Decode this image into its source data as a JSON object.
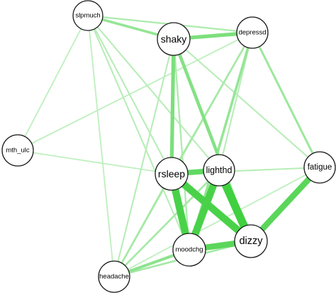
{
  "diagram": {
    "type": "network-graph",
    "edge_color": "#2fcc2f",
    "node_fill": "#ffffff",
    "node_stroke": "#1a1a1a",
    "nodes": [
      {
        "id": "slpmuch",
        "label": "slpmuch"
      },
      {
        "id": "shaky",
        "label": "shaky"
      },
      {
        "id": "depressd",
        "label": "depressd"
      },
      {
        "id": "mth_ulc",
        "label": "mth_ulc"
      },
      {
        "id": "rsleep",
        "label": "rsleep"
      },
      {
        "id": "lighthd",
        "label": "lighthd"
      },
      {
        "id": "fatigue",
        "label": "fatigue"
      },
      {
        "id": "dizzy",
        "label": "dizzy"
      },
      {
        "id": "moodchg",
        "label": "moodchg"
      },
      {
        "id": "headache",
        "label": "headache"
      }
    ],
    "edges": [
      {
        "source": "slpmuch",
        "target": "depressd",
        "weight": 0.25
      },
      {
        "source": "slpmuch",
        "target": "shaky",
        "weight": 0.4
      },
      {
        "source": "slpmuch",
        "target": "lighthd",
        "weight": 0.2
      },
      {
        "source": "slpmuch",
        "target": "rsleep",
        "weight": 0.2
      },
      {
        "source": "slpmuch",
        "target": "moodchg",
        "weight": 0.2
      },
      {
        "source": "slpmuch",
        "target": "headache",
        "weight": 0.15
      },
      {
        "source": "slpmuch",
        "target": "mth_ulc",
        "weight": 0.15
      },
      {
        "source": "shaky",
        "target": "depressd",
        "weight": 0.55
      },
      {
        "source": "shaky",
        "target": "rsleep",
        "weight": 0.55
      },
      {
        "source": "shaky",
        "target": "dizzy",
        "weight": 0.5
      },
      {
        "source": "shaky",
        "target": "fatigue",
        "weight": 0.2
      },
      {
        "source": "shaky",
        "target": "moodchg",
        "weight": 0.25
      },
      {
        "source": "shaky",
        "target": "headache",
        "weight": 0.2
      },
      {
        "source": "depressd",
        "target": "moodchg",
        "weight": 0.4
      },
      {
        "source": "depressd",
        "target": "fatigue",
        "weight": 0.35
      },
      {
        "source": "depressd",
        "target": "rsleep",
        "weight": 0.3
      },
      {
        "source": "depressd",
        "target": "lighthd",
        "weight": 0.2
      },
      {
        "source": "depressd",
        "target": "headache",
        "weight": 0.2
      },
      {
        "source": "mth_ulc",
        "target": "rsleep",
        "weight": 0.15
      },
      {
        "source": "mth_ulc",
        "target": "depressd",
        "weight": 0.15
      },
      {
        "source": "rsleep",
        "target": "lighthd",
        "weight": 0.7
      },
      {
        "source": "rsleep",
        "target": "dizzy",
        "weight": 0.85
      },
      {
        "source": "rsleep",
        "target": "moodchg",
        "weight": 0.85
      },
      {
        "source": "rsleep",
        "target": "fatigue",
        "weight": 0.2
      },
      {
        "source": "rsleep",
        "target": "headache",
        "weight": 0.3
      },
      {
        "source": "lighthd",
        "target": "dizzy",
        "weight": 0.9
      },
      {
        "source": "lighthd",
        "target": "moodchg",
        "weight": 0.85
      },
      {
        "source": "lighthd",
        "target": "headache",
        "weight": 0.3
      },
      {
        "source": "fatigue",
        "target": "dizzy",
        "weight": 0.75
      },
      {
        "source": "fatigue",
        "target": "headache",
        "weight": 0.15
      },
      {
        "source": "moodchg",
        "target": "dizzy",
        "weight": 0.75
      },
      {
        "source": "moodchg",
        "target": "headache",
        "weight": 0.45
      },
      {
        "source": "dizzy",
        "target": "headache",
        "weight": 0.3
      }
    ]
  }
}
